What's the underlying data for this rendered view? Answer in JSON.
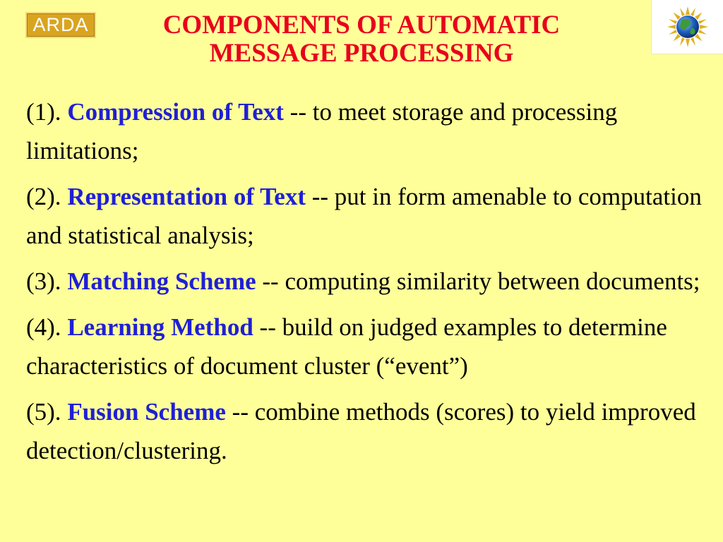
{
  "header": {
    "logo_text": "ARDA",
    "title_line1": "COMPONENTS OF AUTOMATIC",
    "title_line2": "MESSAGE PROCESSING"
  },
  "items": [
    {
      "number": "(1).",
      "term": "Compression of Text",
      "description": "-- to meet storage and processing limitations;"
    },
    {
      "number": "(2).",
      "term": "Representation of Text",
      "description": "-- put in form amenable to computation and statistical analysis;"
    },
    {
      "number": "(3).",
      "term": "Matching Scheme",
      "description": "-- computing similarity between documents;"
    },
    {
      "number": "(4).",
      "term": "Learning Method",
      "description": "-- build on judged examples to determine characteristics of document cluster (“event”)"
    },
    {
      "number": "(5).",
      "term": "Fusion Scheme",
      "description": "-- combine methods (scores) to yield improved detection/clustering."
    }
  ],
  "colors": {
    "background": "#ffff99",
    "title": "#e8001c",
    "term": "#1f1fd6",
    "body_text": "#000000"
  },
  "icons": {
    "left_logo": "arda-logo",
    "right_logo": "globe-star-logo-icon"
  }
}
